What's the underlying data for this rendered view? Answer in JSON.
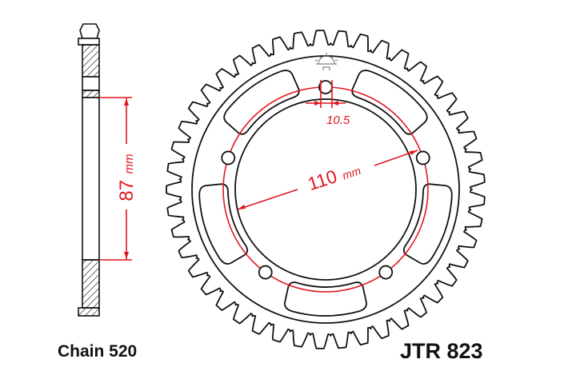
{
  "labels": {
    "chain": "Chain 520",
    "part_number": "JTR 823"
  },
  "dimensions": {
    "height_value": "87",
    "height_unit": "mm",
    "pcd_value": "110",
    "pcd_unit": "mm",
    "hole_value": "10.5"
  },
  "colors": {
    "outline": "#111111",
    "dimension": "#e0161d"
  }
}
